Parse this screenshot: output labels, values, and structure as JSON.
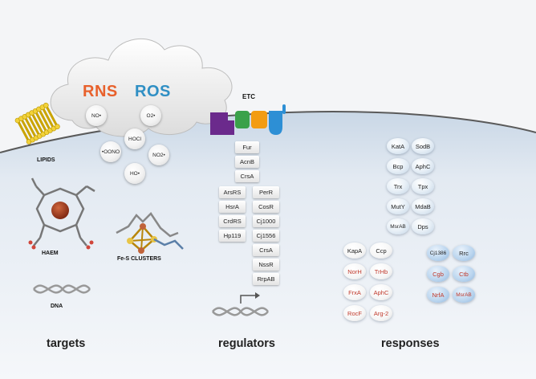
{
  "cloud": {
    "rns_label": "RNS",
    "ros_label": "ROS",
    "rns_color": "#e8612c",
    "ros_color": "#2f8fc4",
    "molecules": [
      "NO•",
      "O2•",
      "HOCl",
      "•OONO",
      "NO2•",
      "HO•"
    ]
  },
  "etc": {
    "label": "ETC",
    "colors": [
      "#6b2a8c",
      "#3aa14a",
      "#f39c12",
      "#2d8fd5"
    ]
  },
  "targets": {
    "lipids_label": "LIPIDS",
    "haem_label": "HAEM",
    "fes_label": "Fe-S CLUSTERS",
    "dna_label": "DNA",
    "title": "targets"
  },
  "regulators": {
    "single": [
      "Fur",
      "AcnB",
      "CrsA"
    ],
    "left": [
      "ArsRS",
      "HsrA",
      "CrdRS",
      "Hp119"
    ],
    "right": [
      "PerR",
      "CosR",
      "Cj1000",
      "Cj1556",
      "CrsA",
      "NssR",
      "RrpAB"
    ],
    "title": "regulators"
  },
  "responses": {
    "top": [
      "KatA",
      "SodB",
      "Bcp",
      "AphC",
      "Trx",
      "Tpx",
      "MutY",
      "MdaB",
      "MsrAB",
      "Dps"
    ],
    "left_white": [
      "KapA",
      "Ccp"
    ],
    "left_red": [
      "NorH",
      "TrHb",
      "FrxA",
      "AphC",
      "RocF",
      "Arg-2"
    ],
    "right_blue": [
      "Cj1386",
      "Rrc"
    ],
    "right_red": [
      "Cgb",
      "Ctb",
      "NrfA",
      "MsrAB"
    ],
    "title": "responses"
  }
}
